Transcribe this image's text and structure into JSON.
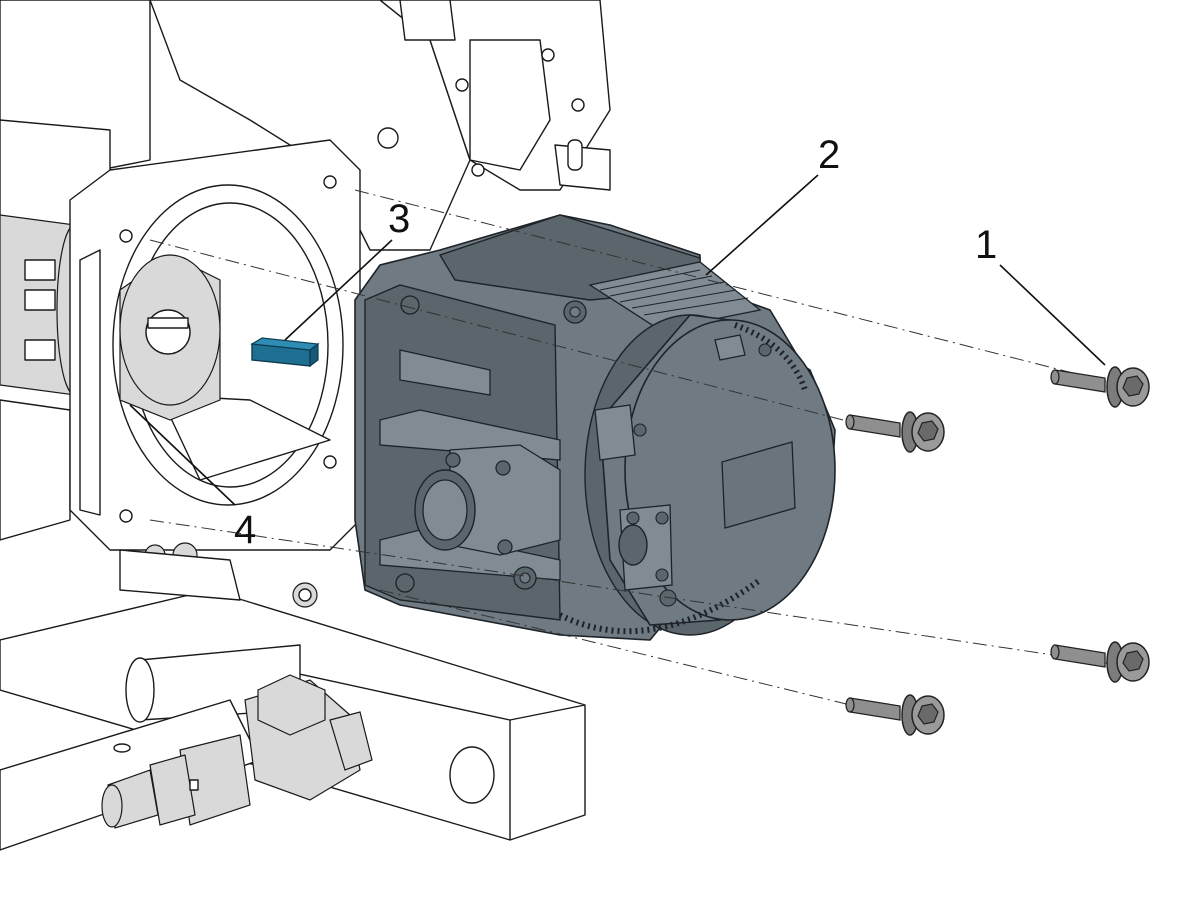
{
  "callouts": [
    {
      "id": "1",
      "text": "1"
    },
    {
      "id": "2",
      "text": "2"
    },
    {
      "id": "3",
      "text": "3"
    },
    {
      "id": "4",
      "text": "4"
    }
  ],
  "colors": {
    "motor": "#6f7a82",
    "key": "#1f6f93",
    "line": "#1a1a1a",
    "bolt": "#8f8f8f"
  },
  "icons": [
    "hex-socket-bolt-icon",
    "servo-motor-icon",
    "shaft-key-icon",
    "coupling-hub-icon"
  ]
}
